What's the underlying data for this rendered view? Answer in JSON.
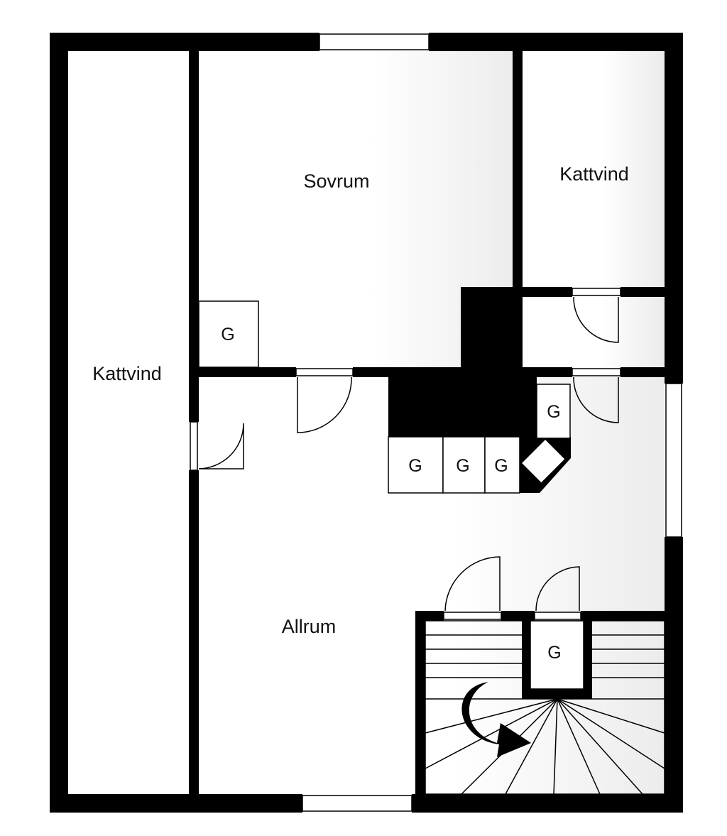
{
  "rooms": {
    "kattvind_left": "Kattvind",
    "sovrum": "Sovrum",
    "kattvind_right": "Kattvind",
    "allrum": "Allrum"
  },
  "closets": {
    "sovrum": "G",
    "hall": "G",
    "row_1": "G",
    "row_2": "G",
    "row_3": "G",
    "stair": "G"
  },
  "colors": {
    "wall": "#000000",
    "floor": "#ffffff",
    "floor_shaded": "#eeeeee",
    "line": "#000000"
  }
}
